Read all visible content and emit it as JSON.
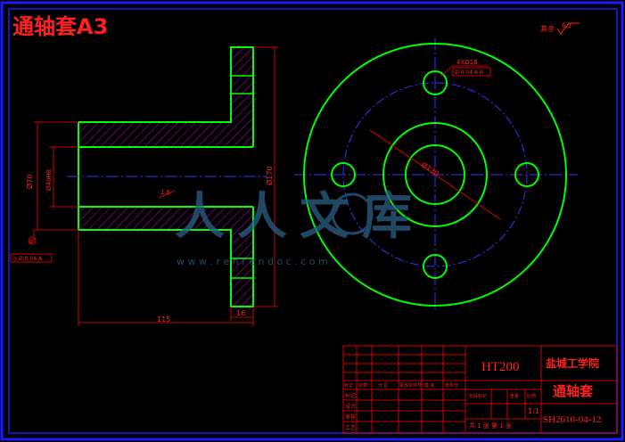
{
  "header": {
    "title": "通轴套A3"
  },
  "roughness": {
    "label": "其余",
    "value": "6.3"
  },
  "front_view": {
    "hole_note_line1": "4XØ18",
    "hole_note_line2": "Ø 0.04 A B",
    "bolt_circle_dim": "Ø130"
  },
  "section_view": {
    "outer_dia": "Ø70",
    "inner_dia": "Ø40H8",
    "flange_dia": "Ø170",
    "chamfer": "1.6",
    "total_length": "115",
    "flange_thickness": "16",
    "datum": "B",
    "tolerance_frame": "◎ Ø 0.04 A"
  },
  "watermark": {
    "text": "人人文库",
    "url": "w w w . r e n r e n d o c . c o m"
  },
  "title_block": {
    "material": "HT200",
    "school": "盐城工学院",
    "part_name": "通轴套",
    "scale": "1:1",
    "drawing_no": "SH2610-04-12",
    "sheet_info": "共 1 张 第 1 张",
    "row_labels": [
      "标记",
      "设计",
      "审核",
      "工艺"
    ],
    "header_cells": [
      "标记",
      "处数",
      "分 区",
      "更改文件号",
      "签 名",
      "年月日"
    ],
    "mid_headers": [
      "阶段标记",
      "重量",
      "比例"
    ]
  },
  "colors": {
    "border": "#1a1aff",
    "outline": "#00ff00",
    "dimension": "#ff0000",
    "hatch": "#cc00cc",
    "centerline": "#3333ff",
    "watermark": "#2b5f86"
  }
}
